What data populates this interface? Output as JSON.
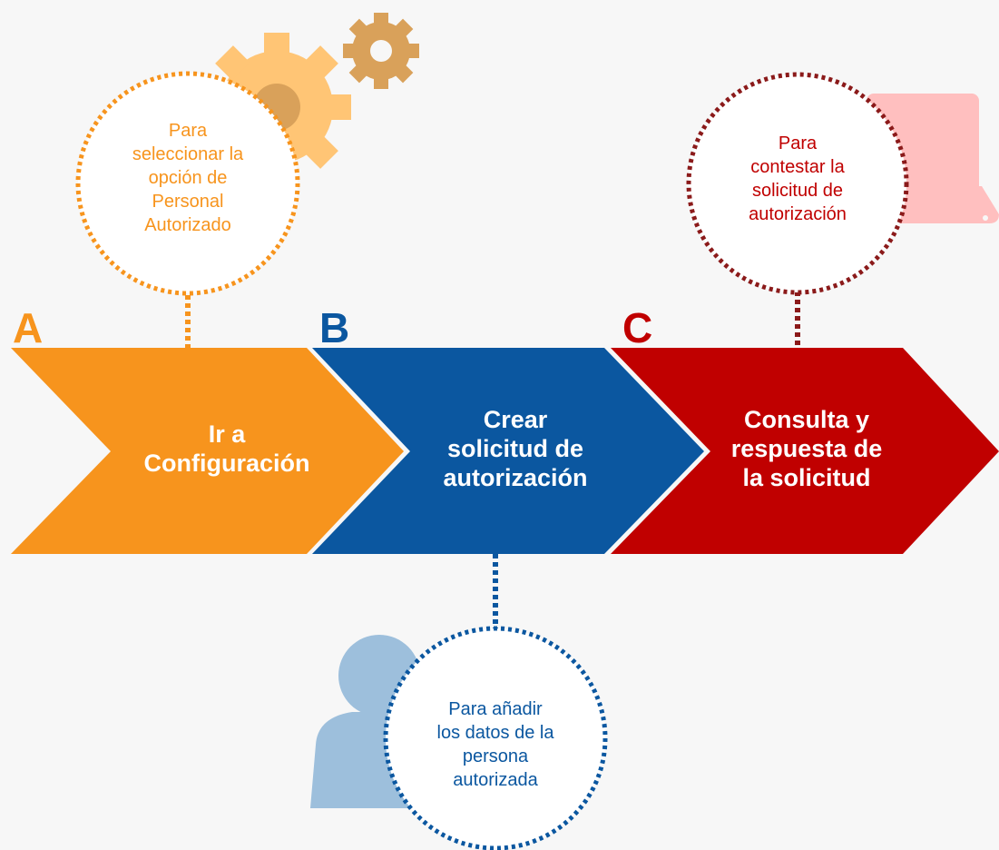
{
  "colors": {
    "orange": "#f7941d",
    "blue": "#0b57a0",
    "red": "#c00000",
    "orange_text": "#f7941d",
    "blue_text": "#0b57a0",
    "red_text": "#c00000",
    "gear_light": "#ffc575",
    "gear_dark": "#d9a15a",
    "monitor": "#ffbfbf",
    "person": "#9dbfdc"
  },
  "icons": {
    "gears": "gears-icon",
    "monitor": "laptop-icon",
    "person": "person-icon"
  },
  "steps": [
    {
      "letter": "A",
      "lines": [
        "Ir a",
        "Configuración"
      ]
    },
    {
      "letter": "B",
      "lines": [
        "Crear",
        "solicitud de",
        "autorización"
      ]
    },
    {
      "letter": "C",
      "lines": [
        "Consulta y",
        "respuesta de",
        "la solicitud"
      ]
    }
  ],
  "bubbles": [
    {
      "lines": [
        "Para",
        "seleccionar la",
        "opción de",
        "Personal",
        "Autorizado"
      ]
    },
    {
      "lines": [
        "Para añadir",
        "los datos de la",
        "persona",
        "autorizada"
      ]
    },
    {
      "lines": [
        "Para",
        "contestar la",
        "solicitud de",
        "autorización"
      ]
    }
  ]
}
